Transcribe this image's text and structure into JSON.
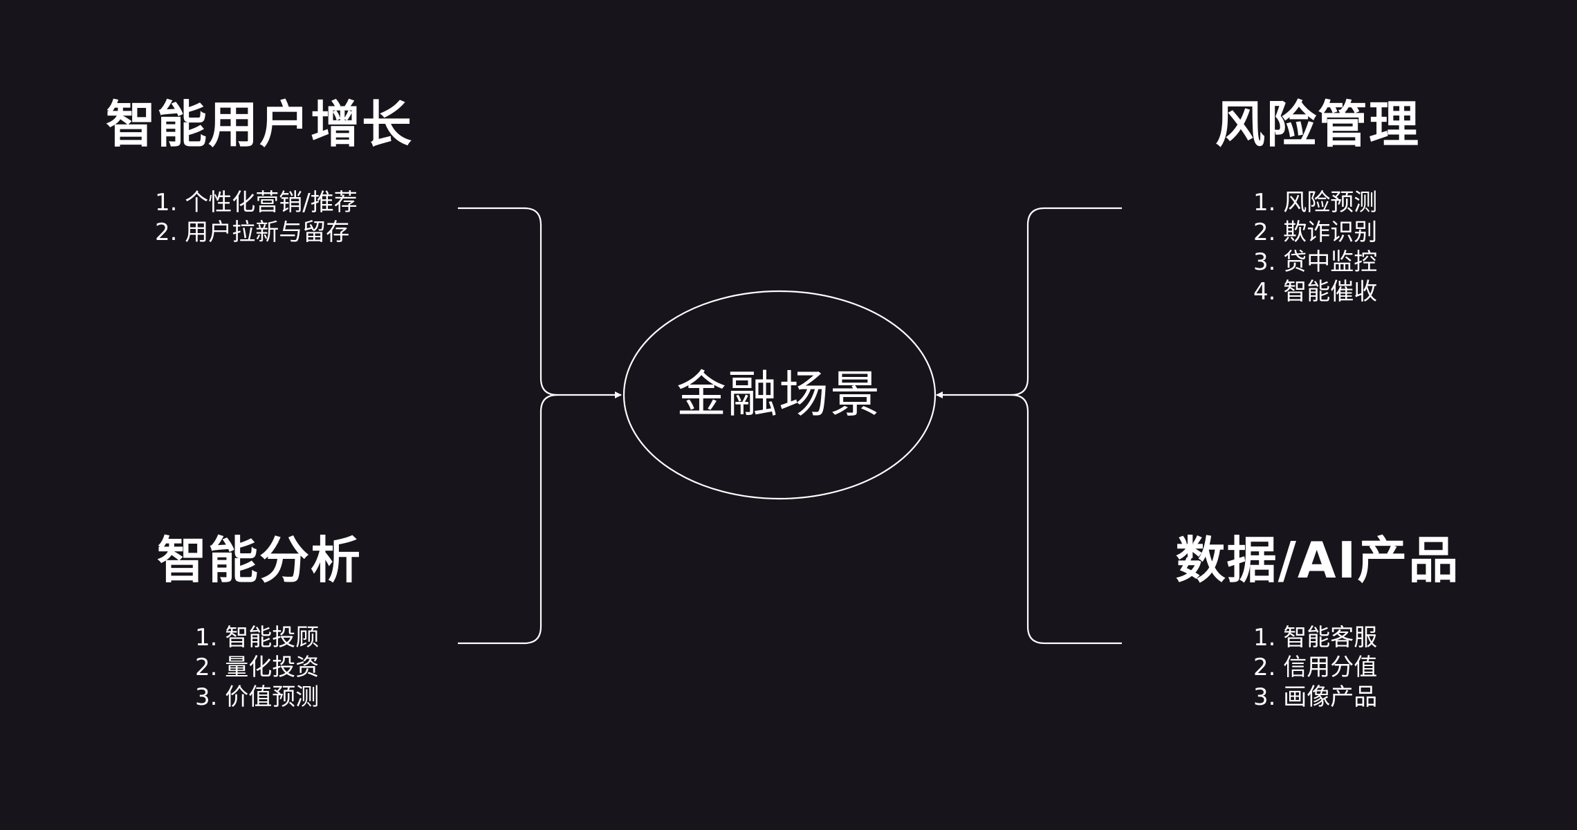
{
  "center": {
    "label": "金融场景"
  },
  "groups": {
    "growth": {
      "title": "智能用户增长",
      "items": [
        "1. 个性化营销/推荐",
        "2. 用户拉新与留存"
      ]
    },
    "analysis": {
      "title": "智能分析",
      "items": [
        "1. 智能投顾",
        "2. 量化投资",
        "3. 价值预测"
      ]
    },
    "risk": {
      "title": "风险管理",
      "items": [
        "1. 风险预测",
        "2. 欺诈识别",
        "3. 贷中监控",
        "4. 智能催收"
      ]
    },
    "products": {
      "title": "数据/AI产品",
      "items": [
        "1. 智能客服",
        "2. 信用分值",
        "3. 画像产品"
      ]
    }
  },
  "colors": {
    "background": "#17151b",
    "foreground": "#ffffff"
  }
}
